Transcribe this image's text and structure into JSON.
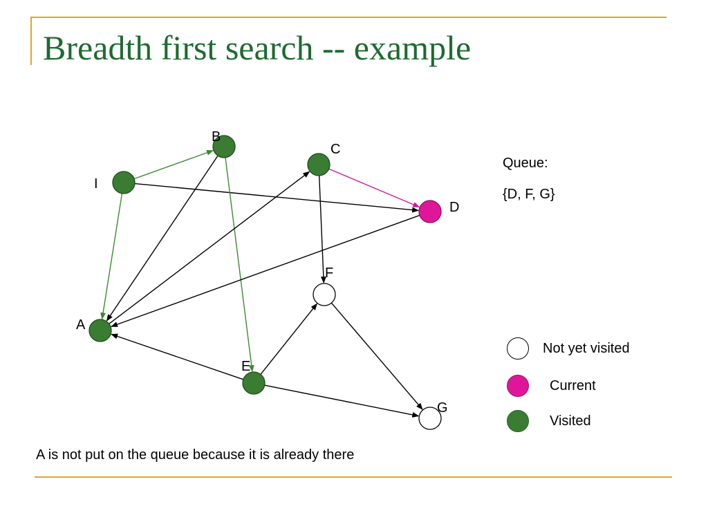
{
  "title": "Breadth first search -- example",
  "colors": {
    "rule": "#e0a526",
    "title": "#1d6b30",
    "visited": "#3a7d32",
    "current": "#e0169a",
    "unvisited": "#ffffff",
    "edge_default": "#000000",
    "edge_visited": "#3a8a2e",
    "edge_current": "#d4169a"
  },
  "nodes": [
    {
      "id": "I",
      "label": "I",
      "state": "visited"
    },
    {
      "id": "B",
      "label": "B",
      "state": "visited"
    },
    {
      "id": "C",
      "label": "C",
      "state": "visited"
    },
    {
      "id": "D",
      "label": "D",
      "state": "current"
    },
    {
      "id": "F",
      "label": "F",
      "state": "unvisited"
    },
    {
      "id": "A",
      "label": "A",
      "state": "visited"
    },
    {
      "id": "E",
      "label": "E",
      "state": "visited"
    },
    {
      "id": "G",
      "label": "G",
      "state": "unvisited"
    }
  ],
  "edges": [
    {
      "from": "I",
      "to": "B",
      "style": "visited"
    },
    {
      "from": "I",
      "to": "A",
      "style": "visited"
    },
    {
      "from": "I",
      "to": "D",
      "style": "default"
    },
    {
      "from": "B",
      "to": "A",
      "style": "default"
    },
    {
      "from": "B",
      "to": "E",
      "style": "visited"
    },
    {
      "from": "C",
      "to": "D",
      "style": "current"
    },
    {
      "from": "C",
      "to": "F",
      "style": "default"
    },
    {
      "from": "A",
      "to": "C",
      "style": "default"
    },
    {
      "from": "D",
      "to": "A",
      "style": "default"
    },
    {
      "from": "E",
      "to": "A",
      "style": "default"
    },
    {
      "from": "E",
      "to": "F",
      "style": "default"
    },
    {
      "from": "E",
      "to": "G",
      "style": "default"
    },
    {
      "from": "F",
      "to": "G",
      "style": "default"
    }
  ],
  "queue": {
    "title": "Queue:",
    "content": "{D, F, G}"
  },
  "legend": [
    {
      "state": "unvisited",
      "label": "Not yet visited"
    },
    {
      "state": "current",
      "label": "Current"
    },
    {
      "state": "visited",
      "label": "Visited"
    }
  ],
  "caption": "A is not put on the queue because it is already there"
}
